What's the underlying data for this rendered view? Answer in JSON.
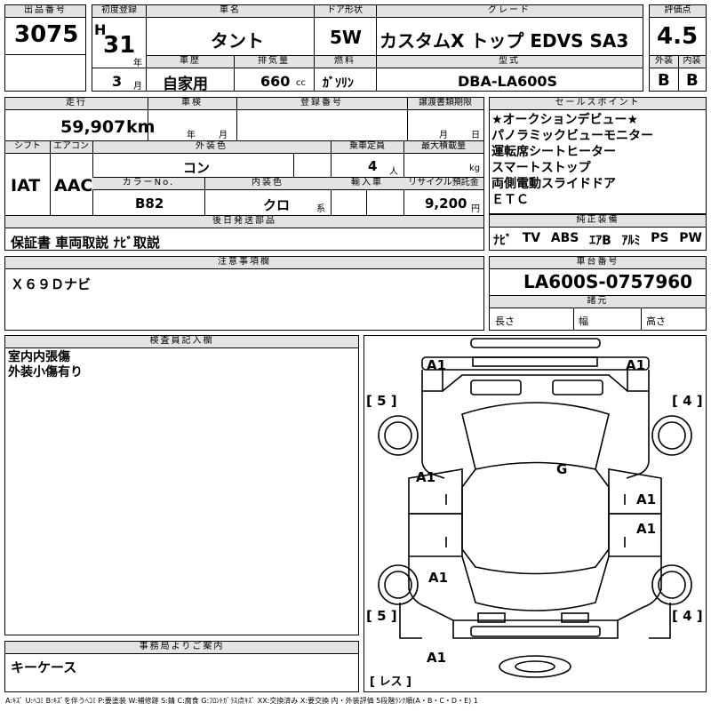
{
  "header": {
    "lot_label": "出品番号",
    "lot": "3075",
    "first_reg_label": "初度登録",
    "era": "H",
    "year": "31",
    "year_unit": "年",
    "month": "3",
    "month_unit": "月",
    "car_name_label": "車名",
    "car_name": "タント",
    "door_label": "ドア形状",
    "door": "5W",
    "grade_label": "グレード",
    "grade": "カスタムX トップ EDVS SA3",
    "score_label": "評価点",
    "score": "4.5",
    "history_label": "車歴",
    "history": "自家用",
    "displacement_label": "排気量",
    "displacement": "660",
    "displacement_unit": "cc",
    "fuel_label": "燃料",
    "fuel": "ｶﾞｿﾘﾝ",
    "model_label": "型式",
    "model": "DBA-LA600S",
    "ext_label": "外装",
    "ext_grade": "B",
    "int_label": "内装",
    "int_grade": "B"
  },
  "row2": {
    "mileage_label": "走行",
    "mileage": "59,907",
    "mileage_unit": "km",
    "inspection_label": "車検",
    "insp_year_unit": "年",
    "insp_month_unit": "月",
    "reg_no_label": "登録番号",
    "transfer_label": "譲渡書類期限",
    "transfer_month_unit": "月",
    "transfer_day_unit": "日",
    "shift_label": "シフト",
    "shift": "IAT",
    "ac_label": "エアコン",
    "ac": "AAC",
    "ext_color_label": "外装色",
    "ext_color": "コン",
    "capacity_label": "乗車定員",
    "capacity": "4",
    "capacity_unit": "人",
    "load_label": "最大積載量",
    "load_unit": "kg",
    "color_no_label": "カラーNo.",
    "color_no": "B82",
    "int_color_label": "内装色",
    "int_color": "クロ",
    "int_color_unit": "系",
    "import_label": "輸入車",
    "recycle_label": "リサイクル預託金",
    "recycle": "9,200",
    "recycle_unit": "円",
    "later_label": "後日発送部品",
    "later": "保証書 車両取説 ﾅﾋﾞ取説"
  },
  "selling": {
    "label": "セールスポイント",
    "points": [
      "★オークションデビュー★",
      "パノラミックビューモニター",
      "運転席シートヒーター",
      "スマートストップ",
      "両側電動スライドドア",
      "ＥＴＣ"
    ]
  },
  "equipment": {
    "label": "純正装備",
    "items": [
      "ﾅﾋﾞ",
      "TV",
      "ABS",
      "ｴｱB",
      "ｱﾙﾐ",
      "PS",
      "PW"
    ]
  },
  "notes": {
    "label": "注意事項欄",
    "text": "Ｘ６９Ｄナビ"
  },
  "chassis": {
    "label": "車台番号",
    "value": "LA600S-0757960",
    "spec_label": "諸元",
    "length_label": "長さ",
    "width_label": "幅",
    "height_label": "高さ"
  },
  "inspector": {
    "label": "検査員記入欄",
    "lines": [
      "室内内張傷",
      "外装小傷有り"
    ]
  },
  "office": {
    "label": "事務局よりご案内",
    "text": "キーケース"
  },
  "diagram": {
    "marks": {
      "tl": "A1",
      "tr": "A1",
      "left_top": "A1",
      "right_top": "A1",
      "right_mid": "A1",
      "left_bottom": "A1",
      "bottom": "A1",
      "roof": "G"
    },
    "tyres": {
      "fl": "5",
      "fr": "4",
      "rl": "5",
      "rr": "4"
    },
    "spare": "レス"
  },
  "legend": "A:ｷｽﾞ U:ﾍｺﾐ B:ｷｽﾞを伴うﾍｺﾐ P:要塗装 W:補修跡 S:錆 C:腐食 G:ﾌﾛﾝﾄｶﾞﾗｽ点ｷｽﾞ XX:交換済み X:要交換 内・外装評価 5段階ﾗﾝｸ順(A・B・C・D・E) 1"
}
